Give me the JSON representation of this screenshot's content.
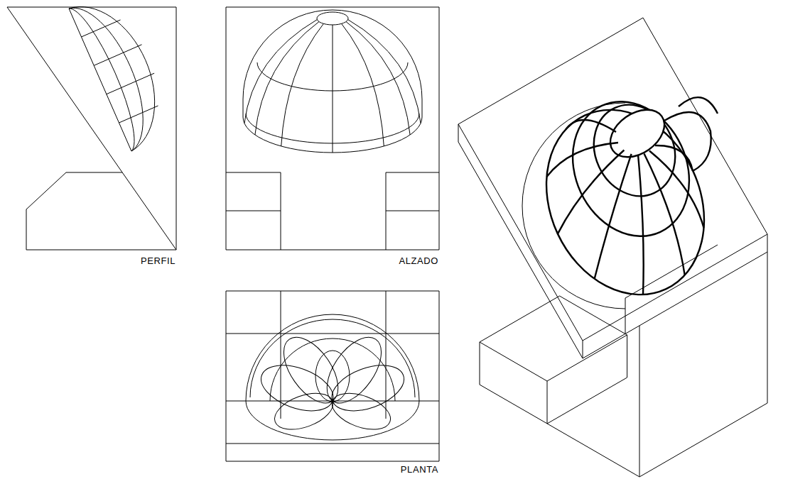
{
  "diagram": {
    "labels": [
      "PERFIL",
      "ALZADO",
      "PLANTA"
    ]
  }
}
